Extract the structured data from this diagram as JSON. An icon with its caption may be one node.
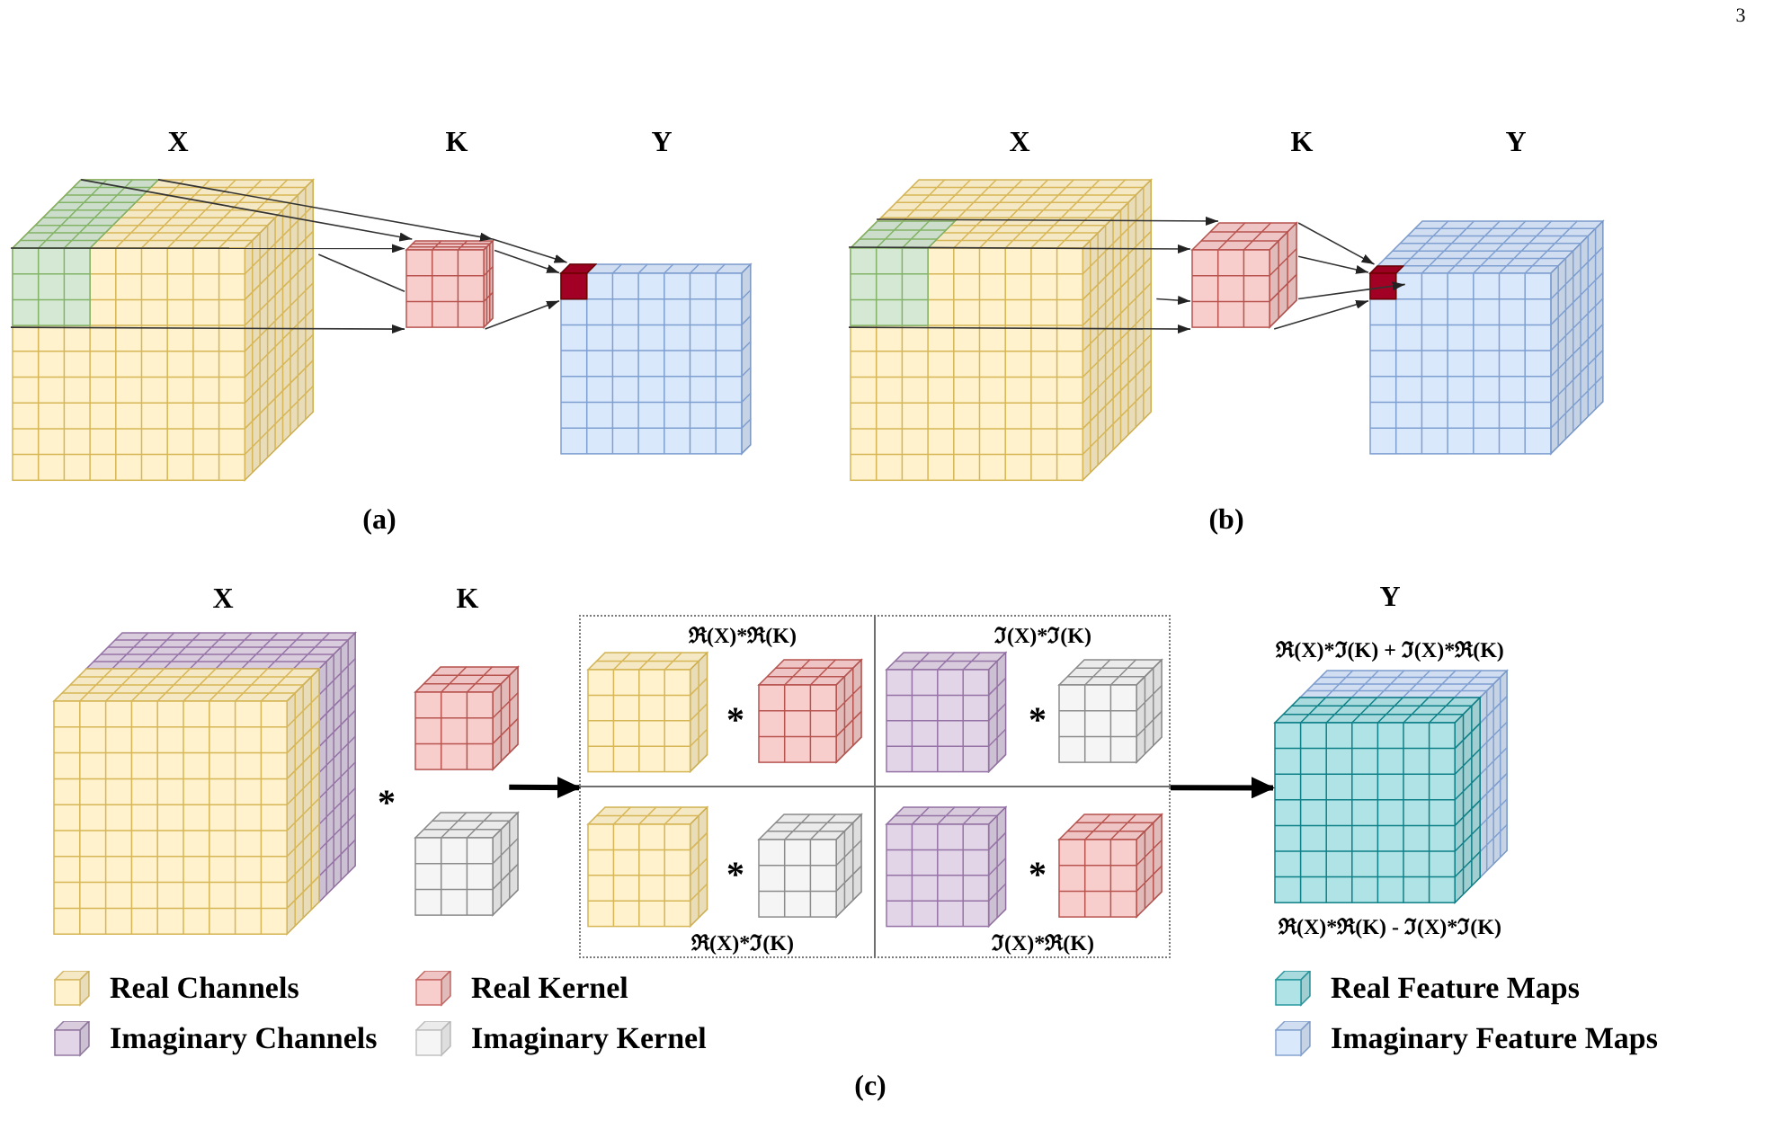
{
  "diagram": {
    "nodes": [
      {
        "text": [],
        "shape": "cube",
        "beside": [
          "X"
        ]
      },
      {
        "text": [],
        "shape": "cube",
        "in": 0
      },
      {
        "text": [],
        "shape": "cube",
        "beside": [
          "K"
        ]
      },
      {
        "text": [],
        "shape": "cube",
        "beside": [
          "Y"
        ]
      },
      {
        "text": [],
        "shape": "cube",
        "in": 3
      },
      {
        "text": [],
        "shape": "cube",
        "beside": [
          "X"
        ]
      },
      {
        "text": [],
        "shape": "cube",
        "in": 5
      },
      {
        "text": [],
        "shape": "cube",
        "beside": [
          "K"
        ]
      },
      {
        "text": [],
        "shape": "cube",
        "beside": [
          "Y"
        ]
      },
      {
        "text": [],
        "shape": "cube",
        "in": 8
      },
      {
        "text": [],
        "shape": "cube",
        "beside": [
          "X"
        ]
      },
      {
        "text": [],
        "shape": "cube",
        "beside": [
          "K"
        ]
      },
      {
        "text": [],
        "shape": "cube"
      },
      {
        "text": [],
        "shape": "box"
      },
      {
        "text": [
          "ℜ(X)*ℜ(K)",
          "*"
        ],
        "in": 13
      },
      {
        "text": [],
        "shape": "cube",
        "in": 14
      },
      {
        "text": [],
        "shape": "cube",
        "in": 14
      },
      {
        "text": [
          "ℑ(X)*ℑ(K)",
          "*"
        ],
        "in": 13
      },
      {
        "text": [],
        "shape": "cube",
        "in": 17
      },
      {
        "text": [],
        "shape": "cube",
        "in": 17
      },
      {
        "text": [
          "*",
          "ℜ(X)*ℑ(K)"
        ],
        "in": 13
      },
      {
        "text": [],
        "shape": "cube",
        "in": 20
      },
      {
        "text": [],
        "shape": "cube",
        "in": 20
      },
      {
        "text": [
          "*",
          "ℑ(X)*ℜ(K)"
        ],
        "in": 13
      },
      {
        "text": [],
        "shape": "cube",
        "in": 23
      },
      {
        "text": [],
        "shape": "cube",
        "in": 23
      },
      {
        "text": [],
        "shape": "cube",
        "beside": [
          "Y",
          "ℜ(X)*ℑ(K) + ℑ(X)*ℜ(K)",
          "ℜ(X)*ℜ(K) - ℑ(X)*ℑ(K)"
        ]
      }
    ],
    "edges": [
      {
        "from": 0,
        "to": 2,
        "arrow": "to"
      },
      {
        "from": 0,
        "to": 2,
        "arrow": "to"
      },
      {
        "from": 1,
        "to": 2,
        "arrow": "to"
      },
      {
        "from": 1,
        "to": 2,
        "arrow": "to"
      },
      {
        "from": 0,
        "to": 2,
        "arrow": "none"
      },
      {
        "from": 2,
        "to": 4,
        "arrow": "to"
      },
      {
        "from": 2,
        "to": 4,
        "arrow": "to"
      },
      {
        "from": 2,
        "to": 4,
        "arrow": "to"
      },
      {
        "from": 6,
        "to": 7,
        "arrow": "to"
      },
      {
        "from": 6,
        "to": 7,
        "arrow": "to"
      },
      {
        "from": 5,
        "to": 7,
        "arrow": "to"
      },
      {
        "from": 6,
        "to": 7,
        "arrow": "to"
      },
      {
        "from": 7,
        "to": 9,
        "arrow": "to"
      },
      {
        "from": 7,
        "to": 9,
        "arrow": "to"
      },
      {
        "from": 7,
        "to": 9,
        "arrow": "to"
      },
      {
        "from": 7,
        "to": 9,
        "arrow": "to"
      },
      {
        "from": 11,
        "to": 13,
        "arrow": "to",
        "style": "thick"
      },
      {
        "from": 13,
        "to": 26,
        "arrow": "to",
        "style": "thick"
      }
    ],
    "labels": [
      "3",
      "(a)",
      "(b)",
      "*",
      "(c)"
    ],
    "legend": [
      {
        "text": "Real Channels",
        "color": "#fff2cc"
      },
      {
        "text": "Imaginary Channels",
        "color": "#e1d5e7"
      },
      {
        "text": "Real Kernel",
        "color": "#f8cecc"
      },
      {
        "text": "Imaginary Kernel",
        "color": "#f5f5f5"
      },
      {
        "text": "Real Feature Maps",
        "color": "#b0e3e6"
      },
      {
        "text": "Imaginary Feature Maps",
        "color": "#dae8fc"
      }
    ]
  }
}
